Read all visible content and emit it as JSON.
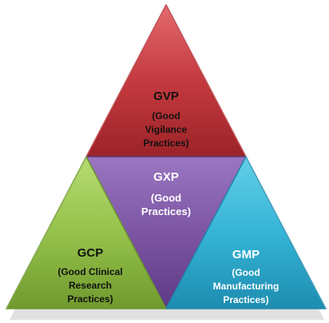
{
  "pyramid": {
    "top": {
      "title": "GVP",
      "line1": "(Good",
      "line2": "Vigilance",
      "line3": "Practices)",
      "color": "#c43a3f"
    },
    "center": {
      "title": "GXP",
      "line1": "(Good",
      "line2": "Practices)",
      "color": "#7c55a3"
    },
    "left": {
      "title": "GCP",
      "line1": "(Good Clinical",
      "line2": "Research",
      "line3": "Practices)",
      "color": "#95c24b"
    },
    "right": {
      "title": "GMP",
      "line1": "(Good",
      "line2": "Manufacturing",
      "line3": "Practices)",
      "color": "#35b4d6"
    }
  }
}
